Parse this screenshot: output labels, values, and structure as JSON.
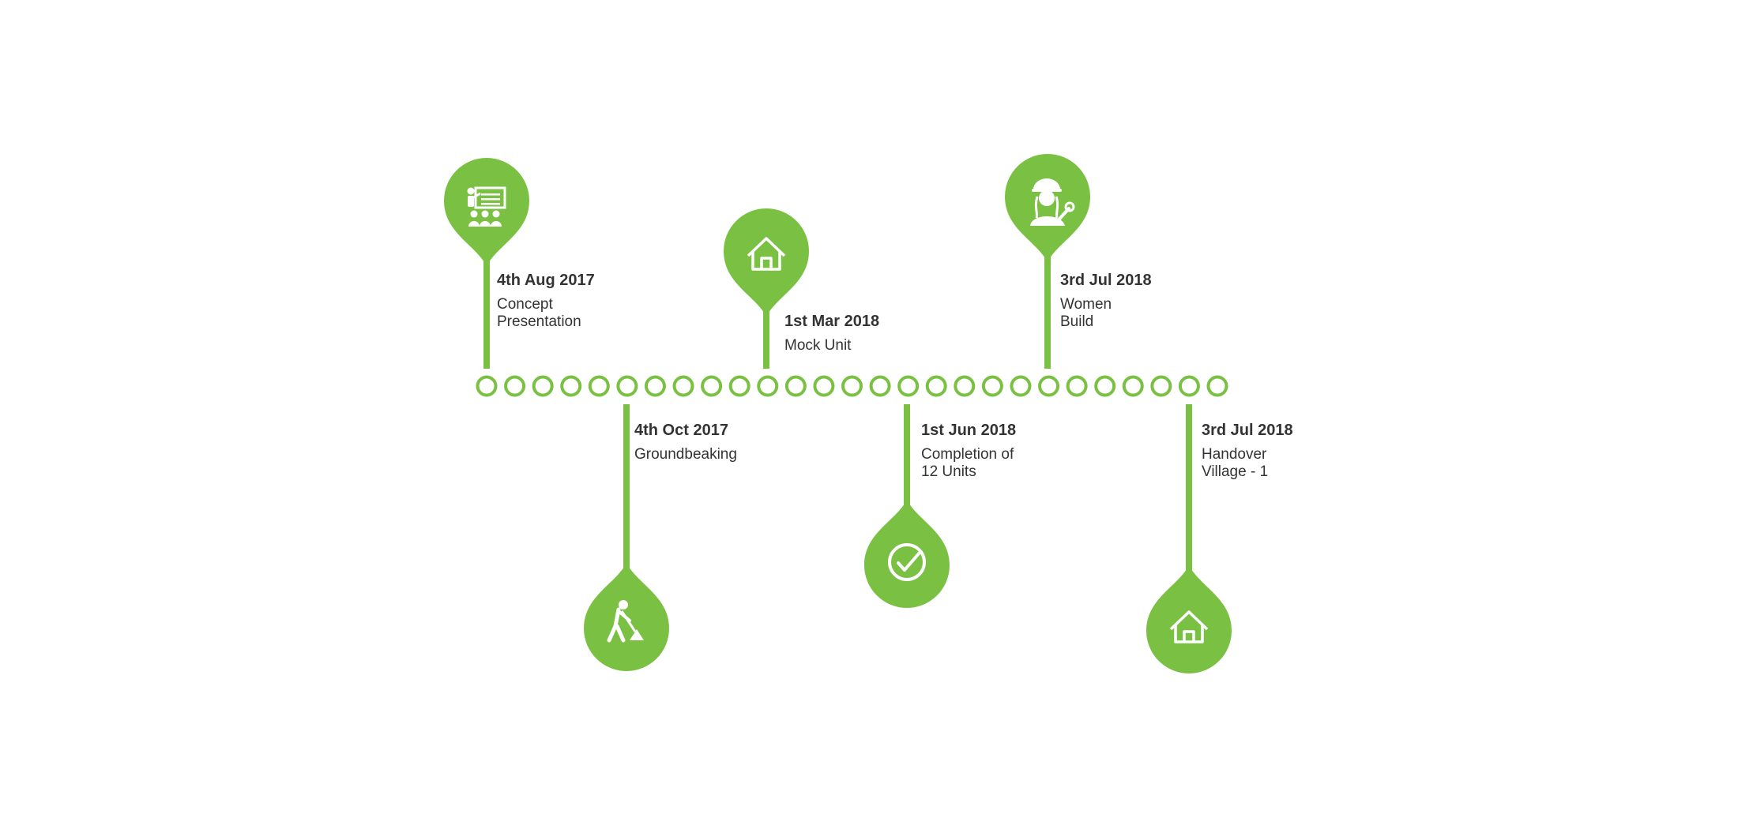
{
  "colors": {
    "accent": "#7ac143",
    "text": "#333333",
    "background": "#ffffff",
    "icon": "#ffffff"
  },
  "timeline": {
    "dot_count": 27,
    "milestones": [
      {
        "id": "concept",
        "date": "4th Aug 2017",
        "title": "Concept\nPresentation",
        "icon": "presentation-icon",
        "side": "above",
        "dot_index": 0
      },
      {
        "id": "groundbreaking",
        "date": "4th Oct 2017",
        "title": "Groundbeaking",
        "icon": "digging-worker-icon",
        "side": "below",
        "dot_index": 5
      },
      {
        "id": "mockunit",
        "date": "1st Mar 2018",
        "title": "Mock Unit",
        "icon": "house-icon",
        "side": "above",
        "dot_index": 10
      },
      {
        "id": "completion",
        "date": "1st Jun 2018",
        "title": "Completion of\n12 Units",
        "icon": "check-circle-icon",
        "side": "below",
        "dot_index": 15
      },
      {
        "id": "womenbuild",
        "date": "3rd Jul 2018",
        "title": "Women\nBuild",
        "icon": "woman-builder-icon",
        "side": "above",
        "dot_index": 20
      },
      {
        "id": "handover",
        "date": "3rd Jul 2018",
        "title": "Handover\nVillage - 1",
        "icon": "house-icon",
        "side": "below",
        "dot_index": 26
      }
    ]
  }
}
